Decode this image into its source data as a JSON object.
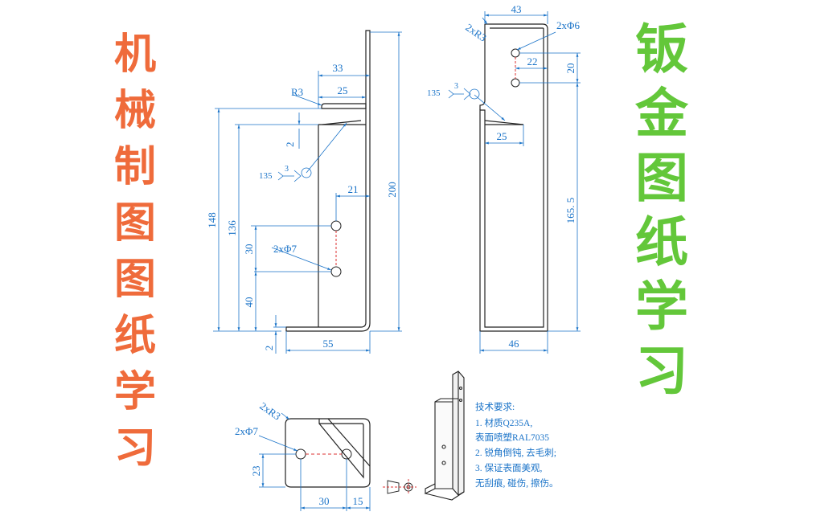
{
  "left_title": [
    "机",
    "械",
    "制",
    "图",
    "图",
    "纸",
    "学",
    "习"
  ],
  "right_title": [
    "钣",
    "金",
    "图",
    "纸",
    "学",
    "习"
  ],
  "colors": {
    "left_title": "#ef6b3b",
    "right_title": "#63c73a",
    "dimension": "#1a73c8",
    "outline": "#222222",
    "centerline": "#d33333"
  },
  "front_view": {
    "dim_33": "33",
    "dim_25": "25",
    "dim_r3": "R3",
    "dim_2_top": "2",
    "dim_200": "200",
    "dim_148": "148",
    "dim_136": "136",
    "dim_21": "21",
    "dim_30": "30",
    "dim_40": "40",
    "dim_2_bottom": "2",
    "dim_55": "55",
    "hole_label": "2xΦ7",
    "weld_angle": "135",
    "weld_size": "3"
  },
  "side_view": {
    "dim_2xr3": "2xR3",
    "dim_43": "43",
    "hole_label": "2xΦ6",
    "dim_22": "22",
    "dim_20": "20",
    "dim_25": "25",
    "dim_1655": "165. 5",
    "dim_46": "46",
    "weld_angle": "135",
    "weld_size": "3"
  },
  "top_view": {
    "dim_2xr3": "2xR3",
    "hole_label": "2xΦ7",
    "dim_23": "23",
    "dim_30": "30",
    "dim_15": "15"
  },
  "notes": {
    "heading": "技术要求:",
    "line1": "1. 材质Q235A,",
    "line2": "表面喷塑RAL7035",
    "line3": "2. 锐角倒钝, 去毛刺;",
    "line4": "3. 保证表面美观,",
    "line5": "无刮痕, 碰伤, 擦伤。"
  }
}
